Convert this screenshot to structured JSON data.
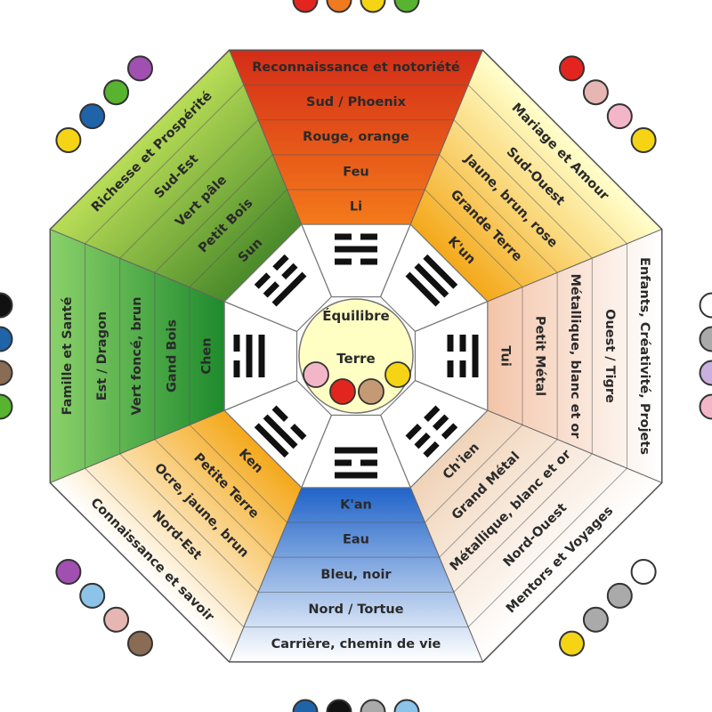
{
  "title": "",
  "colors": {
    "black": "#111111",
    "white": "#ffffff",
    "grey": "#aaaaaa",
    "lilac": "#c9b0e0",
    "pink": "#f3b6c8",
    "red": "#e2261f",
    "orange": "#f07a1f",
    "yellow": "#f4d415",
    "green": "#58b330",
    "dgreen": "#2f8a2b",
    "brown": "#8a6b53",
    "blue": "#1f63a8",
    "purple": "#a050b0",
    "lightblue": "#8cc3e8",
    "rose": "#e6b7b2",
    "tan": "#c49a74"
  },
  "center": {
    "lines": [
      "Équilibre",
      "Terre"
    ],
    "dots": [
      "pink",
      "red",
      "tan",
      "yellow"
    ]
  },
  "sectors": [
    {
      "name": "Sud",
      "gradient": [
        "#d42d18",
        "#f47a1a"
      ],
      "rows": [
        "Reconnaissance et notoriété",
        "Sud / Phoenix",
        "Rouge, orange",
        "Feu",
        "Li"
      ],
      "trigram": [
        [
          1,
          1
        ],
        [
          0
        ],
        [
          1,
          1
        ]
      ],
      "dots": [
        "red",
        "orange",
        "yellow",
        "green"
      ]
    },
    {
      "name": "Sud-Ouest",
      "gradient": [
        "#ffffcc",
        "#f4a81a"
      ],
      "rows": [
        "Mariage et Amour",
        "Sud-Ouest",
        "Jaune, brun, rose",
        "Grande Terre",
        "K'un"
      ],
      "trigram": [
        [
          0
        ],
        [
          0
        ],
        [
          0
        ]
      ],
      "dots": [
        "red",
        "rose",
        "pink",
        "yellow"
      ]
    },
    {
      "name": "Ouest",
      "gradient": [
        "#ffffff",
        "#f3c4a8"
      ],
      "rows": [
        "Enfants, Créativité, Projets",
        "Ouest / Tigre",
        "Métallique, blanc et or",
        "Petit Métal",
        "Tui"
      ],
      "trigram": [
        [
          0
        ],
        [
          1,
          1
        ],
        [
          1,
          1
        ]
      ],
      "dots": [
        "white",
        "grey",
        "lilac",
        "pink"
      ]
    },
    {
      "name": "Nord-Ouest",
      "gradient": [
        "#ffffff",
        "#f0d3b8"
      ],
      "rows": [
        "Mentors et Voyages",
        "Nord-Ouest",
        "Métallique, blanc et or",
        "Grand Métal",
        "Ch'ien"
      ],
      "trigram": [
        [
          1,
          1
        ],
        [
          1,
          1
        ],
        [
          1,
          1
        ]
      ],
      "dots": [
        "white",
        "grey",
        "grey",
        "yellow"
      ]
    },
    {
      "name": "Nord",
      "gradient": [
        "#ffffff",
        "#1f63c8"
      ],
      "rows": [
        "Carrière, chemin de vie",
        "Nord / Tortue",
        "Bleu, noir",
        "Eau",
        "K'an"
      ],
      "trigram": [
        [
          0
        ],
        [
          1,
          1
        ],
        [
          0
        ]
      ],
      "dots": [
        "lightblue",
        "grey",
        "black",
        "blue"
      ]
    },
    {
      "name": "Nord-Est",
      "gradient": [
        "#ffffff",
        "#f4a81a"
      ],
      "rows": [
        "Connaissance et savoir",
        "Nord-Est",
        "Ocre, jaune, brun",
        "Petite Terre",
        "Ken"
      ],
      "trigram": [
        [
          0
        ],
        [
          0
        ],
        [
          1,
          1
        ]
      ],
      "dots": [
        "brown",
        "rose",
        "lightblue",
        "purple"
      ]
    },
    {
      "name": "Est",
      "gradient": [
        "#8ad16a",
        "#1e8a2c"
      ],
      "rows": [
        "Famille et Santé",
        "Est / Dragon",
        "Vert foncé, brun",
        "Gand Bois",
        "Chen"
      ],
      "trigram": [
        [
          1,
          1
        ],
        [
          0
        ],
        [
          0
        ]
      ],
      "dots": [
        "green",
        "brown",
        "blue",
        "black"
      ]
    },
    {
      "name": "Sud-Est",
      "gradient": [
        "#b8dc56",
        "#4a8a2a"
      ],
      "rows": [
        "Richesse et Prospérité",
        "Sud-Est",
        "Vert pâle",
        "Petit Bois",
        "Sun"
      ],
      "trigram": [
        [
          1,
          1
        ],
        [
          1,
          1
        ],
        [
          0
        ]
      ],
      "dots": [
        "yellow",
        "blue",
        "green",
        "purple"
      ]
    }
  ]
}
